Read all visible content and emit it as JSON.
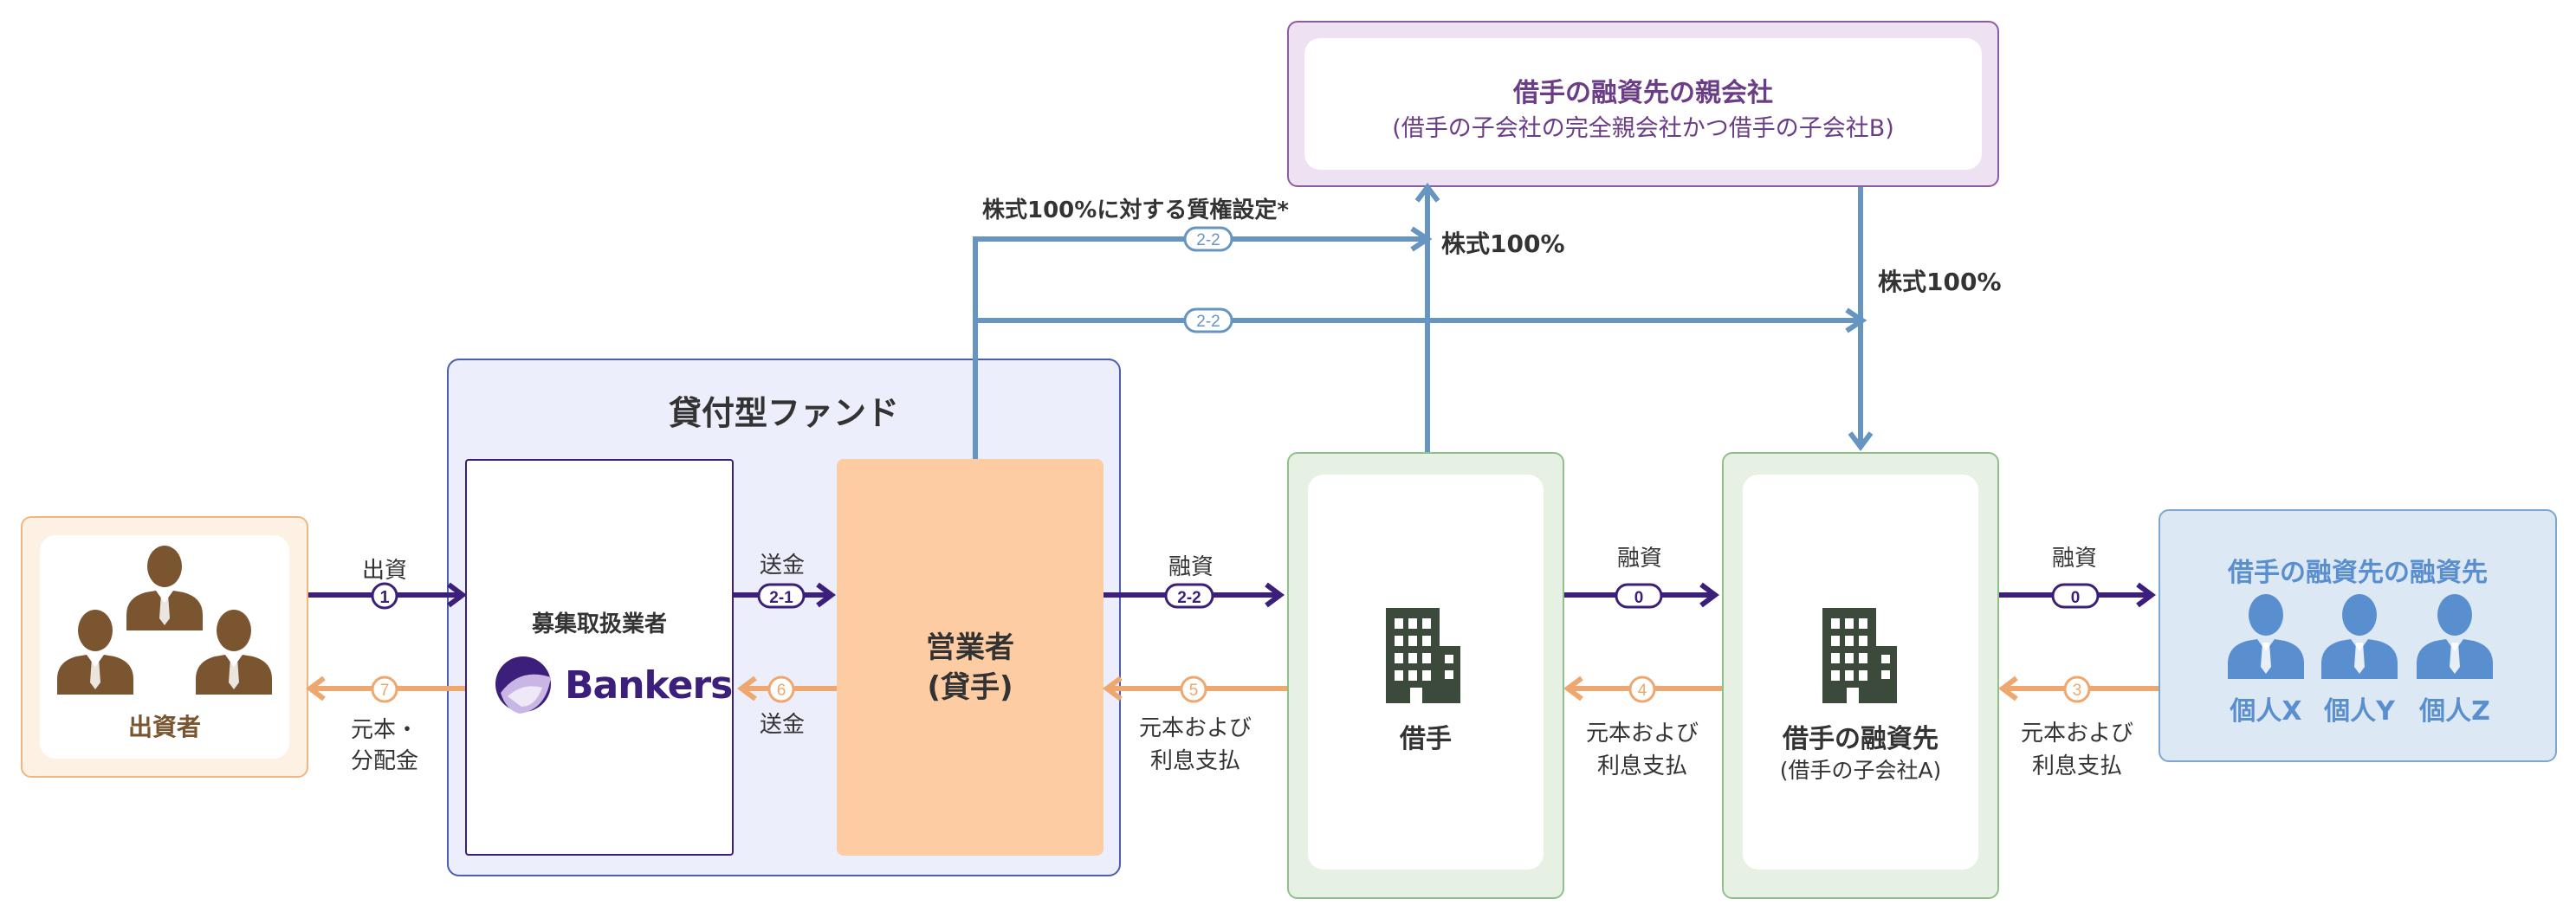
{
  "colors": {
    "purple_dark": "#3b1f7a",
    "orange": "#eea86f",
    "blue": "#6795c2",
    "investor_brown": "#7a5530",
    "parent_purple": "#6b3d86",
    "borrower_green": "#3c4a3c",
    "individuals_blue": "#5a8fcf"
  },
  "investor": {
    "label": "出資者"
  },
  "fund": {
    "title": "貸付型ファンド"
  },
  "dealer": {
    "title": "募集取扱業者",
    "logo_text": "Bankers"
  },
  "operator": {
    "line1": "営業者",
    "line2": "(貸手)"
  },
  "borrower": {
    "label": "借手"
  },
  "subsidiary_a": {
    "line1": "借手の融資先",
    "line2": "(借手の子会社A)"
  },
  "parent": {
    "line1": "借手の融資先の親会社",
    "line2": "(借手の子会社の完全親会社かつ借手の子会社B)"
  },
  "individuals": {
    "title": "借手の融資先の融資先",
    "names": [
      "個人X",
      "個人Y",
      "個人Z"
    ]
  },
  "flows": {
    "invest": {
      "label": "出資",
      "step": "1"
    },
    "return_investor": {
      "line1": "元本・",
      "line2": "分配金",
      "step": "7"
    },
    "remit_forward": {
      "label": "送金",
      "step": "2-1"
    },
    "remit_back": {
      "label": "送金",
      "step": "6"
    },
    "loan_borrower": {
      "label": "融資",
      "step": "2-2"
    },
    "repay_borrower": {
      "line1": "元本および",
      "line2": "利息支払",
      "step": "5"
    },
    "loan_sub": {
      "label": "融資",
      "step": "0"
    },
    "repay_sub": {
      "line1": "元本および",
      "line2": "利息支払",
      "step": "4"
    },
    "loan_ind": {
      "label": "融資",
      "step": "0"
    },
    "repay_ind": {
      "line1": "元本および",
      "line2": "利息支払",
      "step": "3"
    },
    "pledge_label": "株式100%に対する質権設定*",
    "pledge_step_top": "2-2",
    "pledge_step_mid": "2-2",
    "shares_borrower": "株式100%",
    "shares_parent": "株式100%"
  }
}
